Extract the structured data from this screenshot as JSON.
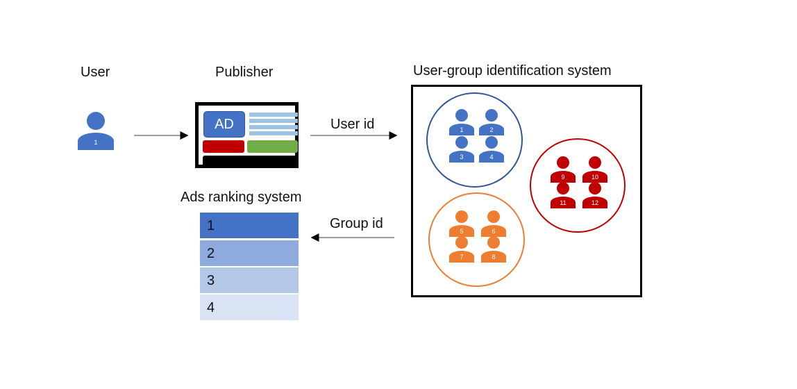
{
  "colors": {
    "blue": "#4472c4",
    "blue_circle": "#2f5597",
    "orange": "#ed7d31",
    "red": "#c00000",
    "green": "#70ad47",
    "light_blue_lines": "#9dc3e6",
    "arrow": "#7f7f7f"
  },
  "user": {
    "title": "User",
    "icon": "person-icon",
    "id_label": "1"
  },
  "publisher": {
    "title": "Publisher",
    "ad_label": "AD"
  },
  "arrows": {
    "user_id_label": "User id",
    "group_id_label": "Group id"
  },
  "ads_ranking": {
    "title": "Ads ranking system",
    "rows": [
      {
        "label": "1",
        "color": "#4472c4"
      },
      {
        "label": "2",
        "color": "#8faadc"
      },
      {
        "label": "3",
        "color": "#b4c7e7"
      },
      {
        "label": "4",
        "color": "#dae3f3"
      }
    ]
  },
  "identification": {
    "title": "User-group identification system",
    "groups": [
      {
        "name": "blue",
        "members": [
          "1",
          "2",
          "3",
          "4"
        ]
      },
      {
        "name": "red",
        "members": [
          "9",
          "10",
          "11",
          "12"
        ]
      },
      {
        "name": "orange",
        "members": [
          "5",
          "6",
          "7",
          "8"
        ]
      }
    ]
  }
}
